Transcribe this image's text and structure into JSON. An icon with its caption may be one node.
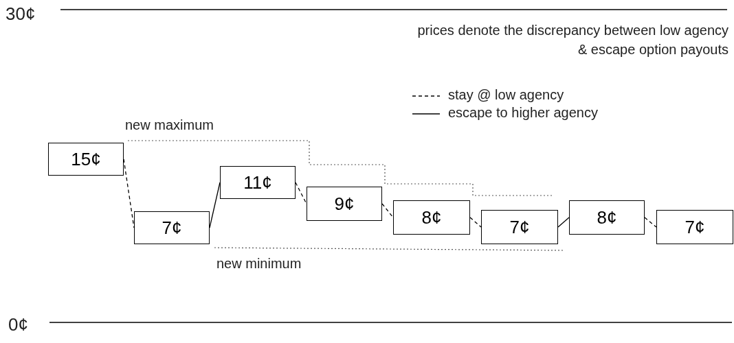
{
  "diagram": {
    "nodes": [
      {
        "text": [
          "15¢"
        ]
      },
      {
        "text": [
          "7¢"
        ]
      },
      {
        "text": [
          "11¢"
        ]
      },
      {
        "text": [
          "9¢"
        ]
      },
      {
        "text": [
          "8¢"
        ]
      },
      {
        "text": [
          "7¢"
        ]
      },
      {
        "text": [
          "8¢"
        ]
      },
      {
        "text": [
          "7¢"
        ]
      }
    ],
    "edges": [
      {
        "from": 0,
        "to": 1,
        "arrow": "none",
        "style": "dashed"
      },
      {
        "from": 1,
        "to": 2,
        "arrow": "none"
      },
      {
        "from": 2,
        "to": 3,
        "arrow": "none",
        "style": "dashed"
      },
      {
        "from": 3,
        "to": 4,
        "arrow": "none",
        "style": "dashed"
      },
      {
        "from": 4,
        "to": 5,
        "arrow": "none",
        "style": "dashed"
      },
      {
        "from": 5,
        "to": 6,
        "arrow": "none"
      },
      {
        "from": 6,
        "to": 7,
        "arrow": "none",
        "style": "dashed"
      }
    ],
    "labels": [
      "30¢",
      "prices denote the discrepancy between low agency & escape option payouts",
      "new maximum",
      "new minimum",
      "0¢"
    ],
    "legend": [
      {
        "text": "stay @ low agency"
      },
      {
        "text": "escape to higher agency"
      }
    ]
  }
}
